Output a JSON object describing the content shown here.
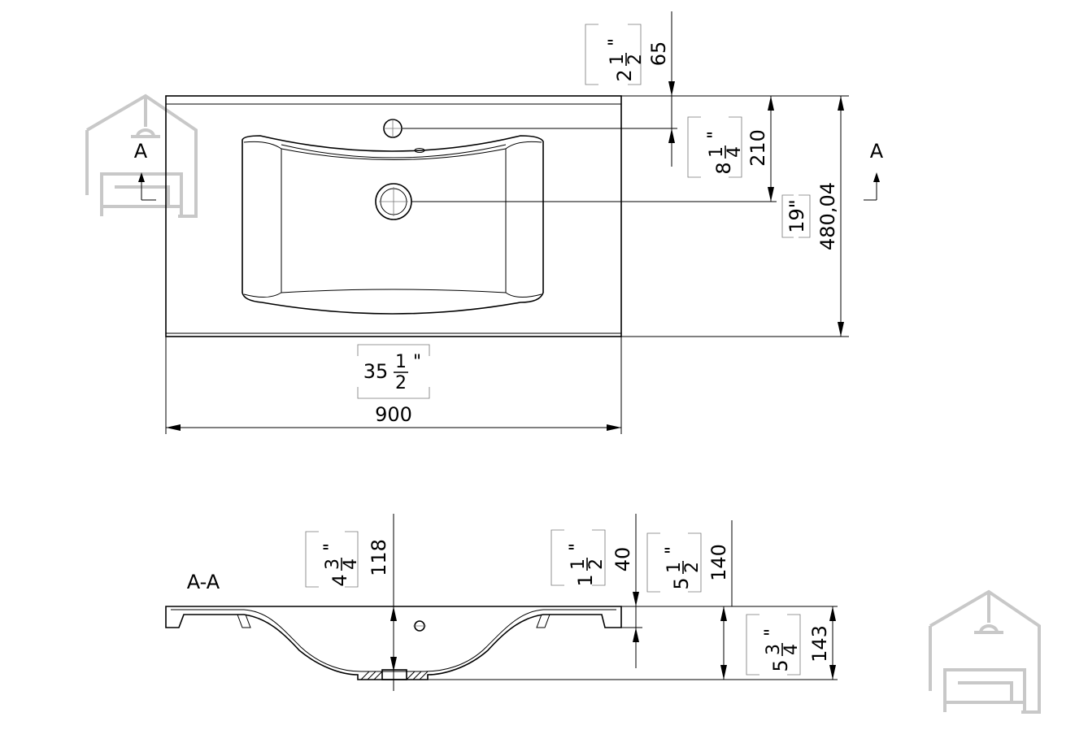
{
  "top_view": {
    "height_65": "65",
    "height_65_in_whole": "2",
    "height_65_in_num": "1",
    "height_65_in_den": "2",
    "depth_210": "210",
    "depth_210_in_whole": "8",
    "depth_210_in_num": "1",
    "depth_210_in_den": "4",
    "depth_480": "480,04",
    "depth_480_in": "19\"",
    "width_900": "900",
    "width_900_in_whole": "35",
    "width_900_in_num": "1",
    "width_900_in_den": "2",
    "section_mark_left": "A",
    "section_mark_right": "A"
  },
  "section_view": {
    "title": "A-A",
    "h118": "118",
    "h118_in_whole": "4",
    "h118_in_num": "3",
    "h118_in_den": "4",
    "h40": "40",
    "h40_in_whole": "1",
    "h40_in_num": "1",
    "h40_in_den": "2",
    "h140": "140",
    "h140_in_whole": "5",
    "h140_in_num": "1",
    "h140_in_den": "2",
    "h143": "143",
    "h143_in_whole": "5",
    "h143_in_num": "3",
    "h143_in_den": "4"
  },
  "inch_mark": "\"",
  "icons": [
    "house-sofa-logo-icon"
  ],
  "colors": {
    "line": "#000000",
    "logo": "#c8c8c8"
  }
}
